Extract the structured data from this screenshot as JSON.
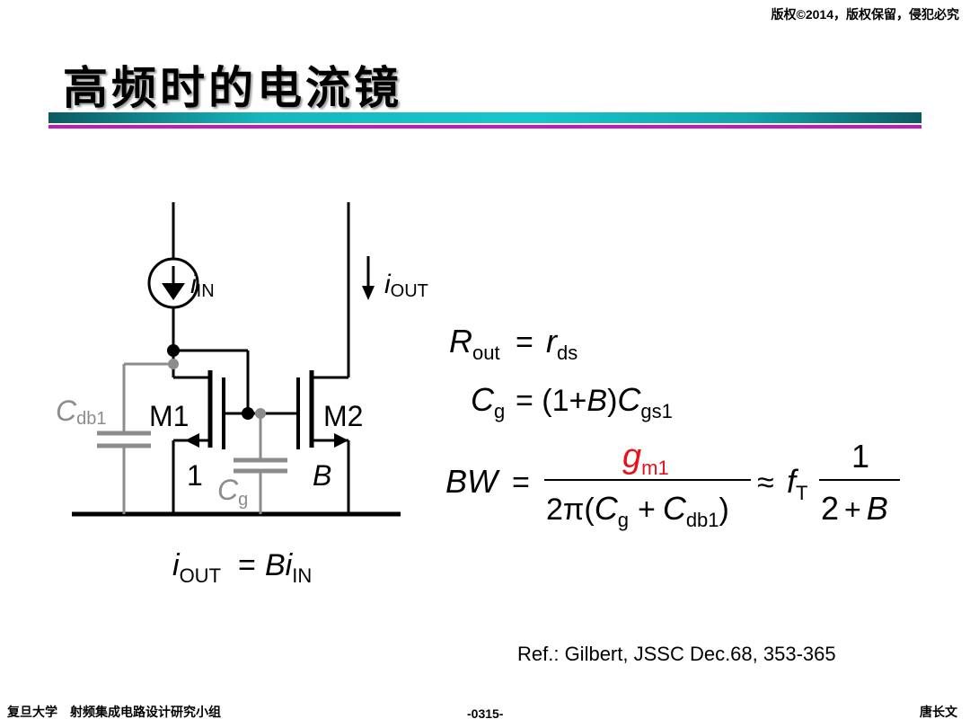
{
  "header": {
    "copyright": "版权©2014，版权保留，侵犯必究",
    "title": "高频时的电流镜"
  },
  "circuit": {
    "iin_main": "i",
    "iin_sub": "IN",
    "iout_main": "i",
    "iout_sub": "OUT",
    "m1": "M1",
    "m2": "M2",
    "ratio1": "1",
    "ratioB": "B",
    "cdb1_main": "C",
    "cdb1_sub": "db1",
    "cg_main": "C",
    "cg_sub": "g"
  },
  "equations": {
    "iout_eq": {
      "lhs_main": "i",
      "lhs_sub": "OUT",
      "eq": "=",
      "rhs_main": "Bi",
      "rhs_sub": "IN"
    },
    "rout": {
      "main": "R",
      "sub": "out",
      "eq": "=",
      "rhs_main": "r",
      "rhs_sub": "ds"
    },
    "cg": {
      "main": "C",
      "sub": "g",
      "eq": "= (1+",
      "rhs_b": "B",
      "rhs_close": ")",
      "rhs_main": "C",
      "rhs_sub": "gs1"
    },
    "bw": {
      "lhs": "BW",
      "eq": "=",
      "num_main": "g",
      "num_sub": "m1",
      "den_prefix": "2π(",
      "den_c1": "C",
      "den_c1_sub": "g",
      "den_plus": "+",
      "den_c2": "C",
      "den_c2_sub": "db1",
      "den_close": ")",
      "approx": "≈",
      "ft_main": "f",
      "ft_sub": "T",
      "frac2_num": "1",
      "frac2_den_a": "2",
      "frac2_den_plus": "+",
      "frac2_den_b": "B"
    }
  },
  "colors": {
    "accent_red": "#e8101a",
    "gray": "#8c8c8c",
    "magenta": "#c01ac4",
    "teal": "#16b8bf"
  },
  "reference": "Ref.: Gilbert, JSSC Dec.68, 353-365",
  "footer": {
    "left": "复旦大学　射频集成电路设计研究小组",
    "center": "-0315-",
    "right": "唐长文"
  }
}
